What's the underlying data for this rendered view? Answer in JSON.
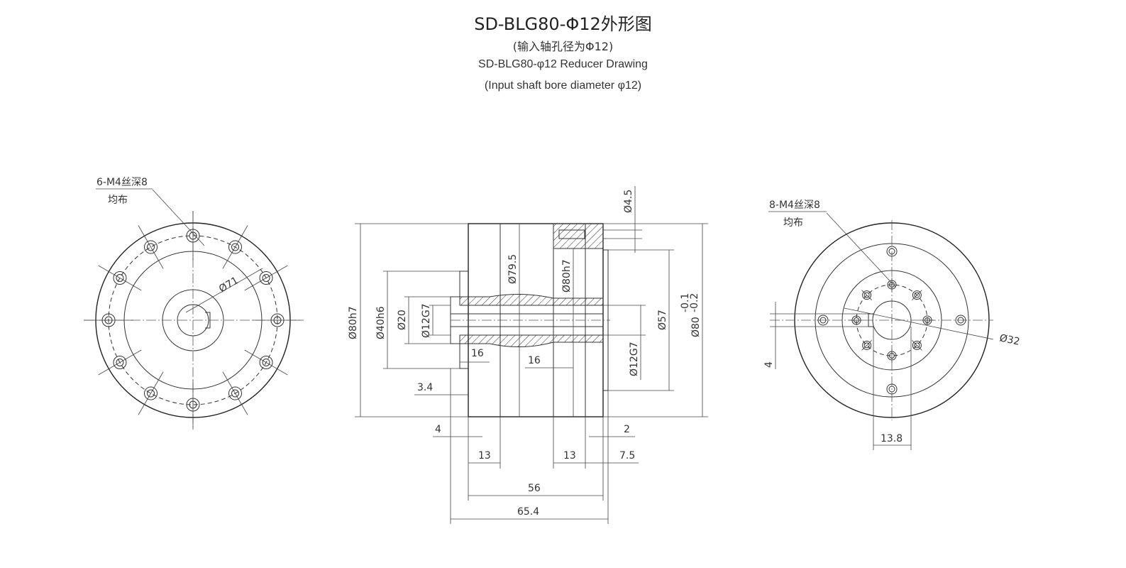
{
  "header": {
    "title": "SD-BLG80-Φ12外形图",
    "subtitle_cn": "(输入轴孔径为Φ12)",
    "title_en": "SD-BLG80-φ12 Reducer Drawing",
    "subtitle_en": "(Input shaft bore diameter φ12)"
  },
  "left_view": {
    "holes_note_line1": "6-M4丝深8",
    "holes_note_line2": "均布",
    "pcd_label": "Ø71"
  },
  "side_view": {
    "dims_left": [
      "Ø80h7",
      "Ø40h6",
      "Ø20",
      "Ø12G7"
    ],
    "dims_inner": [
      "Ø79.5",
      "Ø80h7"
    ],
    "dims_right": [
      "Ø4.5",
      "Ø57",
      "Ø80",
      "-0.1",
      "-0.2",
      "Ø12G7"
    ],
    "dims_horizontal": {
      "d16a": "16",
      "d16b": "16",
      "d3_4": "3.4",
      "d4": "4",
      "d2": "2",
      "d13a": "13",
      "d13b": "13",
      "d7_5": "7.5",
      "d56": "56",
      "d65_4": "65.4"
    }
  },
  "right_view": {
    "holes_note_line1": "8-M4丝深8",
    "holes_note_line2": "均布",
    "pcd_label": "Ø32",
    "key_label": "4",
    "width_label": "13.8"
  }
}
